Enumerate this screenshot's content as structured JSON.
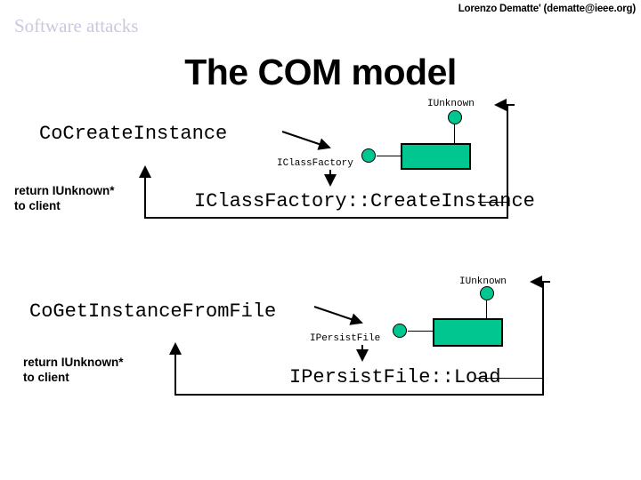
{
  "header": {
    "author": "Lorenzo Dematte' (dematte@ieee.org)",
    "deck_title": "Software attacks",
    "slide_title": "The COM model"
  },
  "colors": {
    "component_fill": "#00c68f",
    "outline": "#000000",
    "deck_title": "#c9c9e0",
    "background": "#ffffff"
  },
  "diagrams": [
    {
      "id": "cocreateinstance-flow",
      "api_call": "CoCreateInstance",
      "interface_label": "IClassFactory",
      "method_call": "IClassFactory::CreateInstance",
      "top_interface_label": "IUnknown",
      "return_note_line1": "return IUnknown*",
      "return_note_line2": "to client"
    },
    {
      "id": "cogetinstancefromfile-flow",
      "api_call": "CoGetInstanceFromFile",
      "interface_label": "IPersistFile",
      "method_call": "IPersistFile::Load",
      "top_interface_label": "IUnknown",
      "return_note_line1": "return IUnknown*",
      "return_note_line2": "to client"
    }
  ]
}
